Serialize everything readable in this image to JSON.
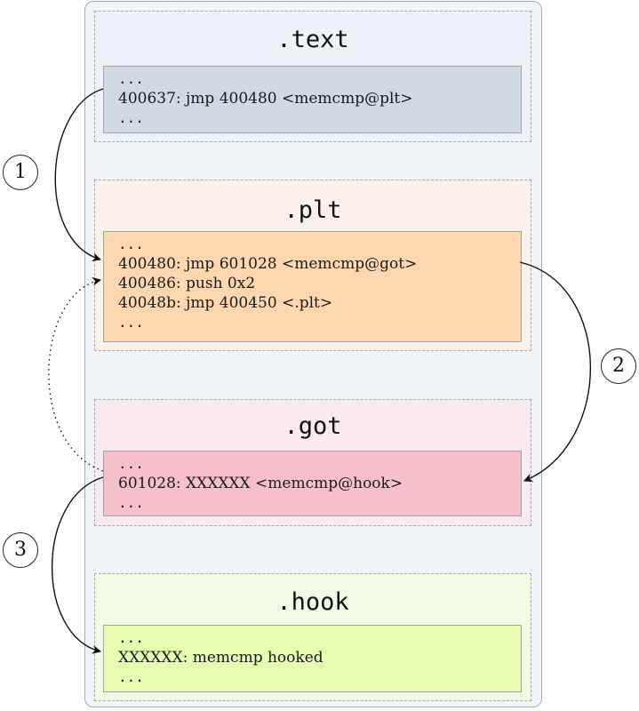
{
  "sections": {
    "text": {
      "title": ".text",
      "lines": [
        "...",
        "400637: jmp 400480 <memcmp@plt>",
        "..."
      ]
    },
    "plt": {
      "title": ".plt",
      "lines": [
        "...",
        "400480: jmp 601028 <memcmp@got>",
        "400486: push 0x2",
        "40048b: jmp 400450 <.plt>",
        "..."
      ]
    },
    "got": {
      "title": ".got",
      "lines": [
        "...",
        "601028: XXXXXX <memcmp@hook>",
        "..."
      ]
    },
    "hook": {
      "title": ".hook",
      "lines": [
        "...",
        "XXXXXX: memcmp hooked",
        "..."
      ]
    }
  },
  "steps": [
    "1",
    "2",
    "3"
  ],
  "colors": {
    "text_fill": "#cfdae3",
    "plt_fill": "#fed6af",
    "got_fill": "#f6bfca",
    "hook_fill": "#e6fcb1",
    "text_bg": "#edf2f8",
    "plt_bg": "#fbf1ec",
    "got_bg": "#f9eaf0",
    "hook_bg": "#f2fbe6"
  }
}
